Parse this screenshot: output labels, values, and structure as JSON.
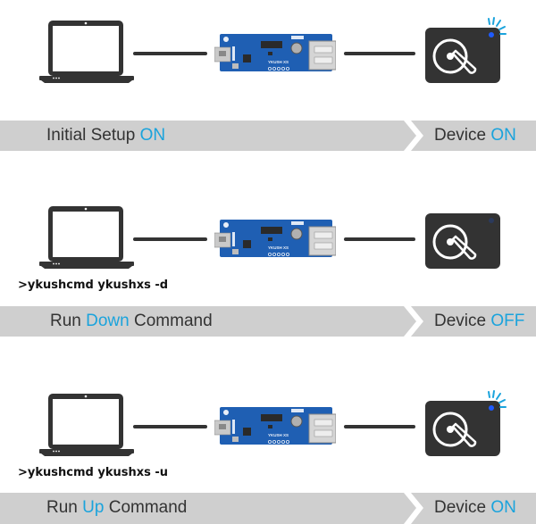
{
  "colors": {
    "accent": "#1aa3dc",
    "banner_bg": "#cfcfcf",
    "text": "#333333",
    "icon_dark": "#333333",
    "pcb_blue": "#1f5fb3",
    "led_on": "#1e5bff",
    "led_off": "#2b3a5c"
  },
  "steps": [
    {
      "command": "",
      "left_label": {
        "prefix": "Initial Setup ",
        "accent": "ON",
        "suffix": ""
      },
      "right_label": {
        "prefix": "Device ",
        "accent": "ON"
      },
      "device_state": "on",
      "pcb_label": "YKUSH XS"
    },
    {
      "command": ">ykushcmd ykushxs -d",
      "left_label": {
        "prefix": "Run ",
        "accent": "Down",
        "suffix": " Command"
      },
      "right_label": {
        "prefix": "Device ",
        "accent": "OFF"
      },
      "device_state": "off",
      "pcb_label": "YKUSH XS"
    },
    {
      "command": ">ykushcmd ykushxs -u",
      "left_label": {
        "prefix": "Run ",
        "accent": "Up",
        "suffix": " Command"
      },
      "right_label": {
        "prefix": "Device ",
        "accent": "ON"
      },
      "device_state": "on",
      "pcb_label": "YKUSH XS"
    }
  ],
  "icons": {
    "host": "laptop-icon",
    "board": "usb-switch-board",
    "device": "hard-drive-icon",
    "activity": "led-activity-icon"
  }
}
